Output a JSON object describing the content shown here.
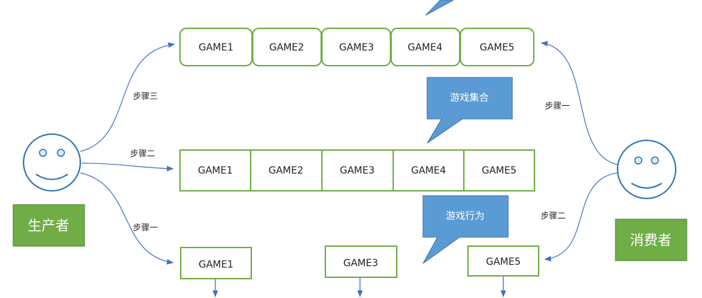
{
  "top_row": [
    "GAME1",
    "GAME2",
    "GAME3",
    "GAME4",
    "GAME5"
  ],
  "middle_row": [
    "GAME1",
    "GAME2",
    "GAME3",
    "GAME4",
    "GAME5"
  ],
  "bottom_row": [
    "GAME1",
    "GAME3",
    "GAME5"
  ],
  "bubbles": {
    "game_set": "游戏集合",
    "game_action": "游戏行为"
  },
  "roles": {
    "producer": "生产者",
    "consumer": "消费者"
  },
  "steps": {
    "producer_step3": "步骤三",
    "producer_step2": "步骤二",
    "producer_step1": "步骤一",
    "consumer_step1": "步骤一",
    "consumer_step2": "步骤二"
  },
  "colors": {
    "box_border": "#70ad47",
    "role_fill": "#70ad47",
    "bubble_fill": "#5b9bd5",
    "face_stroke": "#2e75b6",
    "arrow": "#4472c4"
  }
}
